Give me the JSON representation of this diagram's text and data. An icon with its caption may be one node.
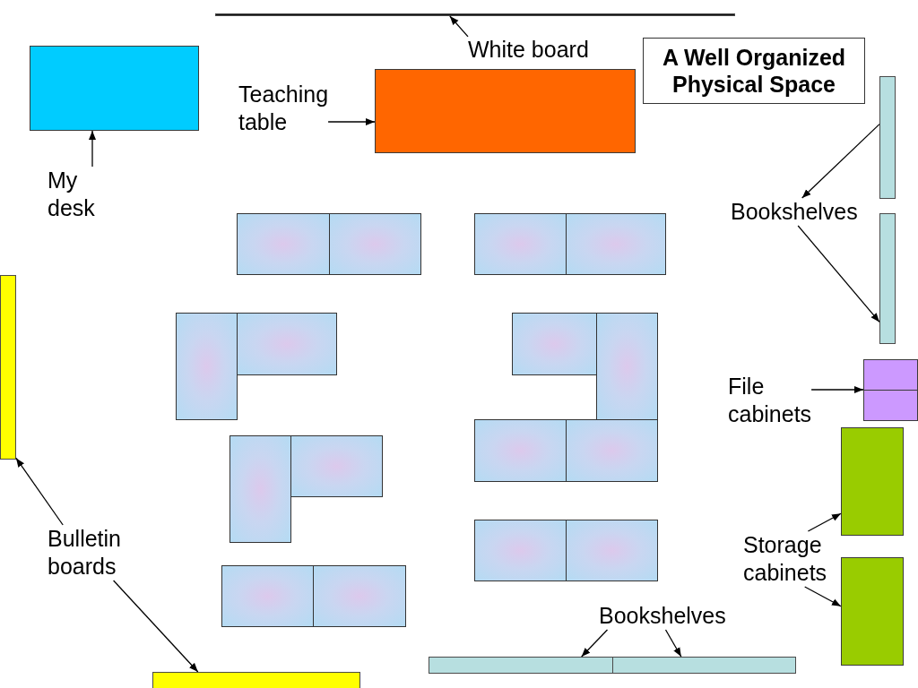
{
  "diagram": {
    "title": "A Well Organized Physical Space",
    "nodes": [
      {
        "text": [],
        "shape": "bar"
      },
      {
        "text": [],
        "shape": "box"
      },
      {
        "text": [
          "White board"
        ]
      },
      {
        "text": [],
        "shape": "box"
      },
      {
        "text": [
          "Teaching table"
        ]
      },
      {
        "text": [],
        "shape": "bar"
      },
      {
        "text": [
          "My desk"
        ]
      },
      {
        "text": [
          "Bookshelves"
        ]
      },
      {
        "text": [],
        "shape": "bar"
      },
      {
        "text": [],
        "shape": "bar"
      },
      {
        "text": [],
        "shape": "box"
      },
      {
        "text": [
          "File cabinets"
        ]
      },
      {
        "text": [],
        "shape": "box"
      },
      {
        "text": [
          "Bulletin boards"
        ]
      },
      {
        "text": [
          "Storage cabinets"
        ]
      },
      {
        "text": [],
        "shape": "box"
      },
      {
        "text": [
          "Bookshelves"
        ]
      },
      {
        "text": [],
        "shape": "bar"
      },
      {
        "text": [],
        "shape": "bar"
      },
      {
        "text": [],
        "shape": "bar"
      }
    ],
    "edges": [
      {
        "from": 2,
        "to": 0,
        "arrow": "to"
      },
      {
        "from": 4,
        "to": 3,
        "arrow": "to"
      },
      {
        "from": 6,
        "to": 1,
        "arrow": "to"
      },
      {
        "from": 5,
        "to": 7,
        "arrow": "to"
      },
      {
        "from": 7,
        "to": 8,
        "arrow": "to"
      },
      {
        "from": 11,
        "to": 10,
        "arrow": "to"
      },
      {
        "from": 14,
        "to": 12,
        "arrow": "to"
      },
      {
        "from": 14,
        "to": 15,
        "arrow": "to"
      },
      {
        "from": 13,
        "to": 9,
        "arrow": "to"
      },
      {
        "from": 13,
        "to": 19,
        "arrow": "to"
      },
      {
        "from": 16,
        "to": 17,
        "arrow": "to"
      },
      {
        "from": 16,
        "to": 18,
        "arrow": "to"
      }
    ]
  }
}
